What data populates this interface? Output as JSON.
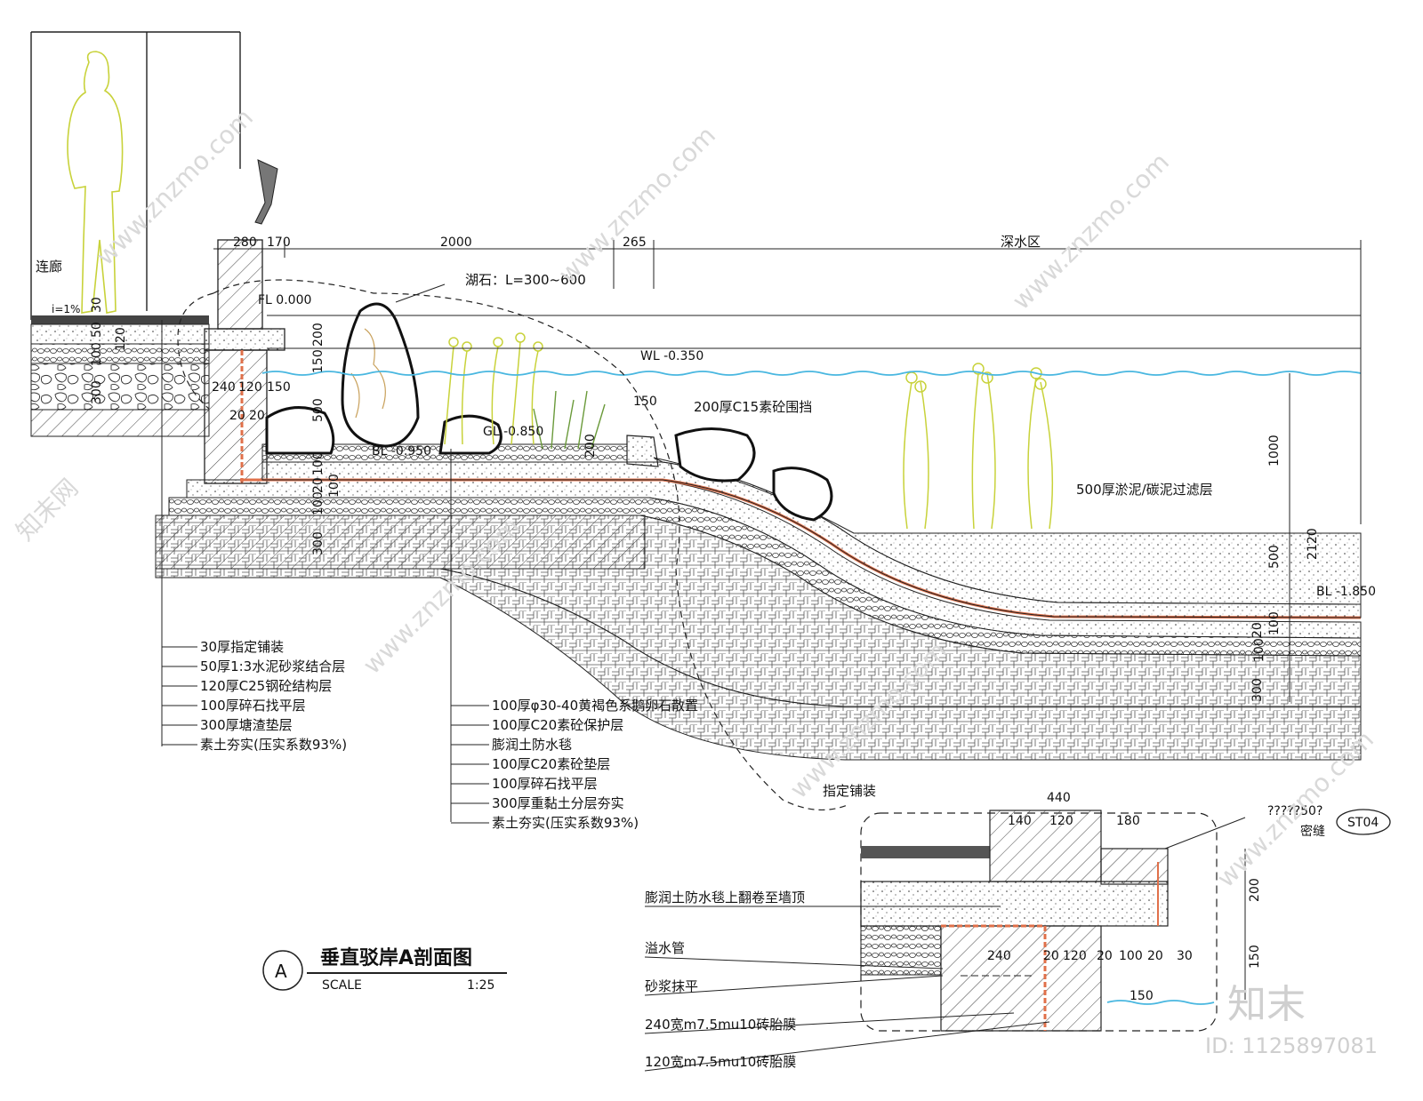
{
  "drawing": {
    "corridor_label": "连廊",
    "slope_label": "i=1%",
    "deep_zone_label": "深水区",
    "rock_label": "湖石：L=300~600",
    "fl_label": "FL 0.000",
    "wl_label": "WL -0.350",
    "gl_label": "GL -0.850",
    "bl1_label": "BL -0.950",
    "bl2_label": "BL -1.850",
    "retaining_label": "200厚C15素砼围挡",
    "filter_label": "500厚淤泥/碳泥过滤层",
    "top_dims": [
      "280",
      "170",
      "2000",
      "265"
    ],
    "left_layers": [
      "30厚指定铺装",
      "50厚1:3水泥砂浆结合层",
      "120厚C25钢砼结构层",
      "100厚碎石找平层",
      "300厚塘渣垫层",
      "素土夯实(压实系数93%)"
    ],
    "mid_layers": [
      "100厚φ30-40黄褐色系鹅卵石散置",
      "100厚C20素砼保护层",
      "膨润土防水毯",
      "100厚C20素砼垫层",
      "100厚碎石找平层",
      "300厚重黏土分层夯实",
      "素土夯实(压实系数93%)"
    ],
    "left_vdims": [
      "30",
      "50",
      "120",
      "100",
      "300"
    ],
    "wall_dims": [
      "240",
      "120",
      "150",
      "20",
      "20"
    ],
    "mid_vdims": [
      "200",
      "150",
      "500",
      "100",
      "20",
      "100",
      "100",
      "300"
    ],
    "right_vdims": [
      "1000",
      "2120",
      "500",
      "20",
      "100",
      "100",
      "300"
    ],
    "small_dims": [
      "150",
      "200"
    ]
  },
  "detail": {
    "paving_label": "指定铺装",
    "width_total": "440",
    "widths": [
      "140",
      "120",
      "180"
    ],
    "seal_note": "?????50?",
    "seal_label": "密缝",
    "tag": "ST04",
    "bentonite_label": "膨润土防水毯上翻卷至墙顶",
    "overflow_label": "溢水管",
    "mortar_label": "砂浆抹平",
    "brick240_label": "240宽m7.5mu10砖胎膜",
    "brick120_label": "120宽m7.5mu10砖胎膜",
    "bottom_dims": [
      "240",
      "20",
      "120",
      "20",
      "100",
      "20",
      "30"
    ],
    "vdims": [
      "200",
      "150"
    ],
    "water_dim": "150"
  },
  "title_block": {
    "marker": "A",
    "title": "垂直驳岸A剖面图",
    "scale_label": "SCALE",
    "scale_value": "1:25"
  },
  "branding": {
    "logo": "知末",
    "id_text": "ID: 1125897081",
    "watermark": "www.znzmo.com",
    "watermark_cn": "知末网"
  }
}
